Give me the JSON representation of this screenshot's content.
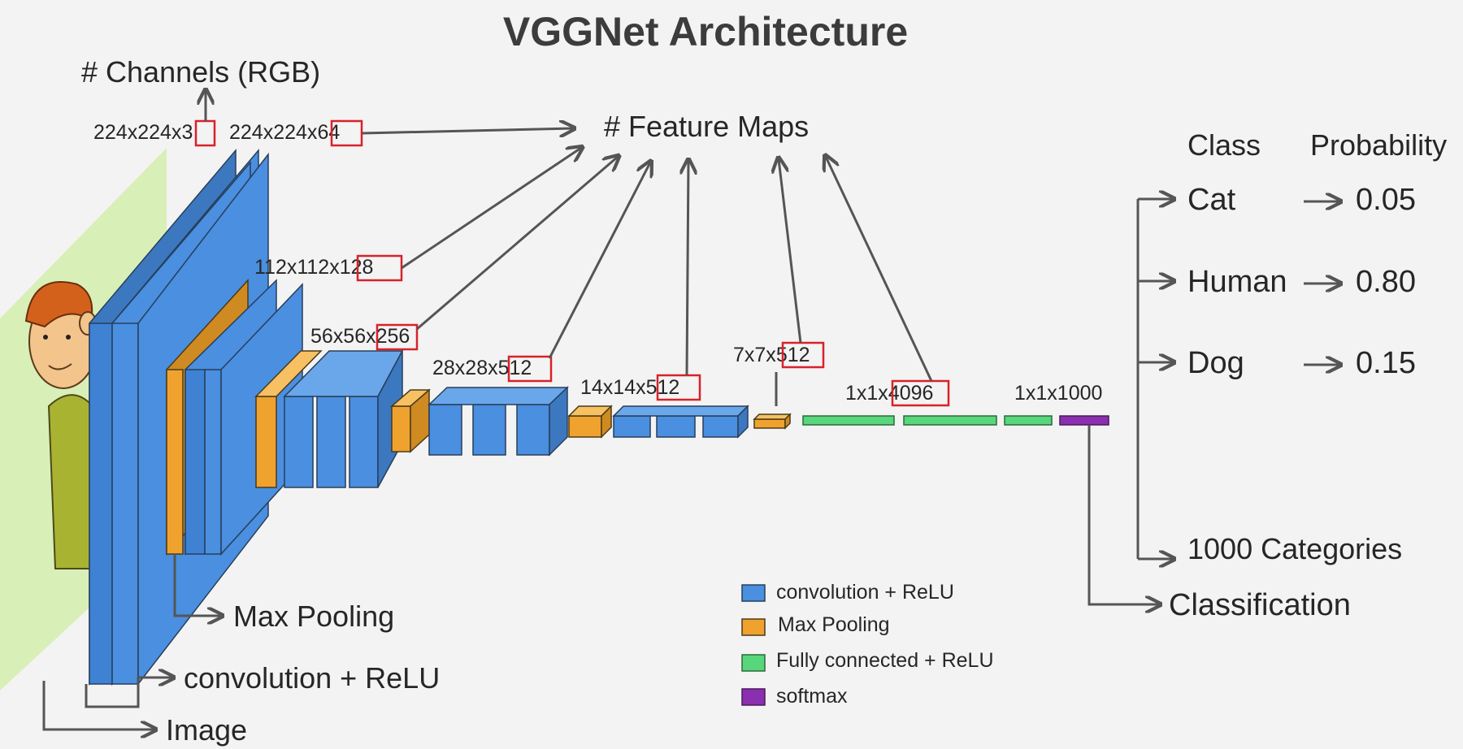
{
  "title": "VGGNet Architecture",
  "annotations": {
    "channels": "# Channels (RGB)",
    "feature_maps": "# Feature Maps",
    "max_pooling": "Max Pooling",
    "conv_relu": "convolution + ReLU",
    "image": "Image",
    "classification": "Classification"
  },
  "dims": [
    {
      "prefix": "224x224x",
      "value": "3"
    },
    {
      "prefix": "224x224x",
      "value": "64"
    },
    {
      "prefix": "112x112x",
      "value": "128"
    },
    {
      "prefix": "56x56x",
      "value": "256"
    },
    {
      "prefix": "28x28x",
      "value": "512"
    },
    {
      "prefix": "14x14x",
      "value": "512"
    },
    {
      "prefix": "7x7x",
      "value": "512"
    },
    {
      "prefix": "1x1x",
      "value": "4096"
    },
    {
      "prefix": "1x1x1000",
      "value": ""
    }
  ],
  "output": {
    "header_class": "Class",
    "header_probability": "Probability",
    "rows": [
      {
        "class": "Cat",
        "probability": "0.05"
      },
      {
        "class": "Human",
        "probability": "0.80"
      },
      {
        "class": "Dog",
        "probability": "0.15"
      }
    ],
    "categories": "1000 Categories"
  },
  "legend": [
    {
      "label": "convolution + ReLU",
      "color": "#4a8fe0"
    },
    {
      "label": "Max Pooling",
      "color": "#f0a22e"
    },
    {
      "label": "Fully connected + ReLU",
      "color": "#58d67c"
    },
    {
      "label": "softmax",
      "color": "#8a2fb0"
    }
  ],
  "colors": {
    "conv": "#4a8fe0",
    "pool": "#f0a22e",
    "fc": "#58d67c",
    "softmax": "#8a2fb0",
    "highlight": "#d7222b",
    "image_panel": "#d9efb8"
  },
  "icons": {
    "input_image": "cartoon-boy-icon"
  }
}
